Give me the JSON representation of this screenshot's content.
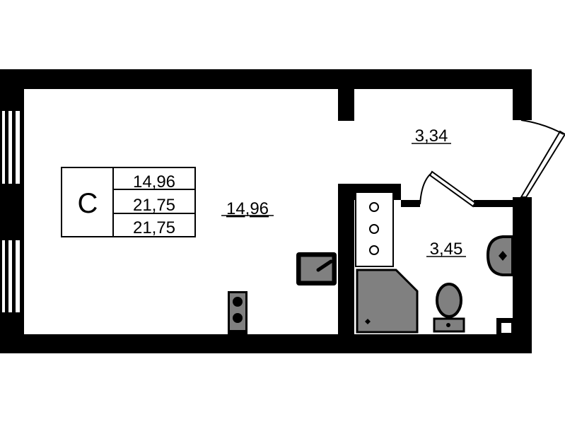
{
  "legend": {
    "room_type": "С",
    "living_area": "14,96",
    "total_area": "21,75",
    "total_area_with_balcony": "21,75"
  },
  "rooms": {
    "living_room_area": "14,96",
    "hallway_area": "3,34",
    "bathroom_area": "3,45"
  },
  "colors": {
    "wall": "#000000",
    "fixture_fill": "#808080",
    "background": "#ffffff"
  }
}
